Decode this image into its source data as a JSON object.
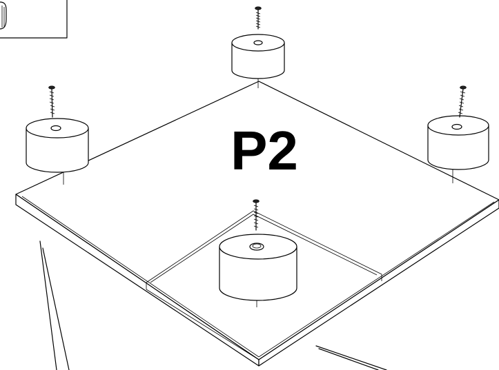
{
  "diagram": {
    "part_label": "P2",
    "line_color": "#000000",
    "background": "#ffffff",
    "components": [
      {
        "name": "square-panel"
      },
      {
        "name": "round-foot",
        "count": 4
      },
      {
        "name": "screw",
        "count": 4
      }
    ]
  }
}
